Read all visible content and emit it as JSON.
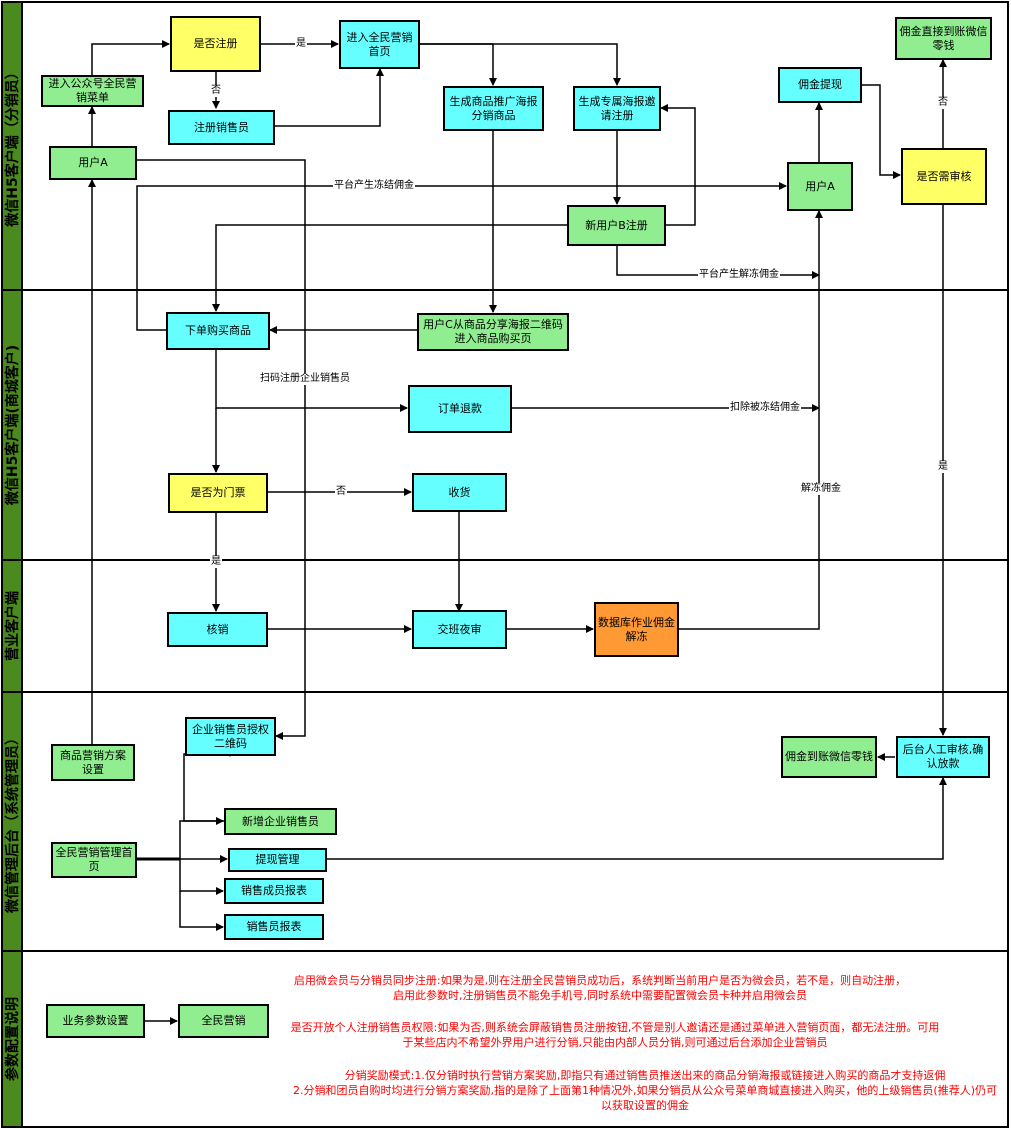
{
  "lanes": {
    "h5_distributor": "微信H5客户端（分销员）",
    "h5_mall": "微信H5客户端(商城客户)",
    "business": "营业客户端",
    "admin": "微信管理后台（系统管理员）",
    "config": "参数配置说明"
  },
  "nodes": {
    "enter_menu": "进入公众号全民营销菜单",
    "is_registered": "是否注册",
    "enter_home": "进入全民营销首页",
    "register_seller": "注册销售员",
    "gen_product_poster": "生成商品推广海报分销商品",
    "gen_invite_poster": "生成专属海报邀请注册",
    "user_a_left": "用户A",
    "new_user_b": "新用户B注册",
    "commission_withdraw": "佣金提现",
    "user_a_right": "用户A",
    "need_review": "是否需审核",
    "direct_to_wechat": "佣金直接到账微信零钱",
    "place_order": "下单购买商品",
    "user_c": "用户C从商品分享海报二维码进入商品购买页",
    "refund": "订单退款",
    "is_ticket": "是否为门票",
    "receive": "收货",
    "verify": "核销",
    "shift_audit": "交班夜审",
    "db_unfreeze": "数据库作业佣金解冻",
    "seller_qr": "企业销售员授权二维码",
    "marketing_plan": "商品营销方案设置",
    "add_seller": "新增企业销售员",
    "admin_home": "全民营销管理首页",
    "withdraw_mgmt": "提现管理",
    "member_report": "销售成员报表",
    "seller_report": "销售员报表",
    "manual_review": "后台人工审核,确认放款",
    "paid_to_wechat": "佣金到账微信零钱",
    "biz_params": "业务参数设置",
    "all_marketing": "全民营销"
  },
  "labels": {
    "yes_1": "是",
    "no_1": "否",
    "frozen": "平台产生冻结佣金",
    "unfreeze": "平台产生解冻佣金",
    "no_2": "否",
    "scan_register": "扫码注册企业销售员",
    "deduct": "扣除被冻结佣金",
    "no_3": "否",
    "unfreeze_commission": "解冻佣金",
    "yes_2": "是",
    "yes_3": "是"
  },
  "notes": {
    "n1": "启用微会员与分销员同步注册:如果为是,则在注册全民营销员成功后，系统判断当前用户是否为微会员，若不是，则自动注册，启用此参数时,注册销售员不能免手机号,同时系统中需要配置微会员卡种并启用微会员",
    "n2": "是否开放个人注册销售员权限:如果为否,则系统会屏蔽销售员注册按钮,不管是别人邀请还是通过菜单进入营销页面，都无法注册。可用于某些店内不希望外界用户进行分销,只能由内部人员分销,则可通过后台添加企业营销员",
    "n3a": "分销奖励模式:1.仅分销时执行营销方案奖励,即指只有通过销售员推送出来的商品分销海报或链接进入购买的商品才支持返佣",
    "n3b": "2.分销和团员自购时均进行分销方案奖励,指的是除了上面第1种情况外,如果分销员从公众号菜单商城直接进入购买，他的上级销售员(推荐人)仍可以获取设置的佣金"
  },
  "colors": {
    "node_green": "#90ee90",
    "node_cyan": "#66ffff",
    "node_yellow": "#ffff66",
    "node_orange": "#ff9933",
    "lane_header": "#4a8a1e",
    "note_text": "#ff0000"
  }
}
